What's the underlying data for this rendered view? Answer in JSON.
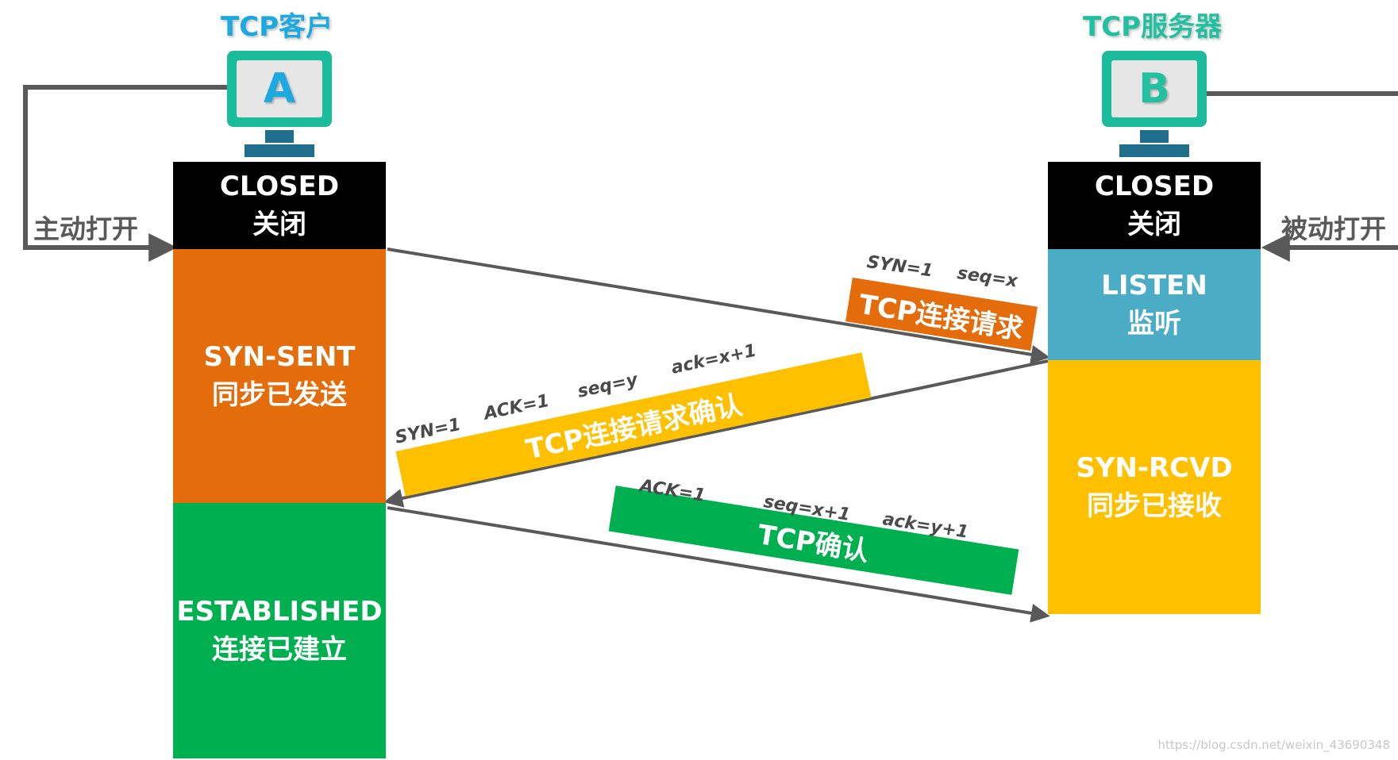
{
  "client": {
    "title": "TCP客户",
    "letter": "A"
  },
  "server": {
    "title": "TCP服务器",
    "letter": "B"
  },
  "side_labels": {
    "active_open": "主动打开",
    "passive_open": "被动打开"
  },
  "client_states": [
    {
      "en": "CLOSED",
      "zh": "关闭",
      "color": "#000000"
    },
    {
      "en": "SYN-SENT",
      "zh": "同步已发送",
      "color": "#E46C0A"
    },
    {
      "en": "ESTABLISHED",
      "zh": "连接已建立",
      "color": "#00B050"
    }
  ],
  "server_states": [
    {
      "en": "CLOSED",
      "zh": "关闭",
      "color": "#000000"
    },
    {
      "en": "LISTEN",
      "zh": "监听",
      "color": "#4BACC6"
    },
    {
      "en": "SYN-RCVD",
      "zh": "同步已接收",
      "color": "#FFC000"
    }
  ],
  "messages": [
    {
      "name": "TCP连接请求",
      "color": "#E46C0A",
      "flags": [
        "SYN=1",
        "seq=x"
      ]
    },
    {
      "name": "TCP连接请求确认",
      "color": "#FFC000",
      "flags": [
        "SYN=1",
        "ACK=1",
        "seq=y",
        "ack=x+1"
      ]
    },
    {
      "name": "TCP确认",
      "color": "#00B050",
      "flags": [
        "ACK=1",
        "seq=x+1",
        "ack=y+1"
      ]
    }
  ],
  "colors": {
    "monitor_frame": "#1ABC9C",
    "monitor_stand": "#1F6E8C",
    "client_title": "#1CA8E0",
    "server_title": "#20C0A0",
    "arrow": "#595959"
  },
  "watermark": "https://blog.csdn.net/weixin_43690348"
}
